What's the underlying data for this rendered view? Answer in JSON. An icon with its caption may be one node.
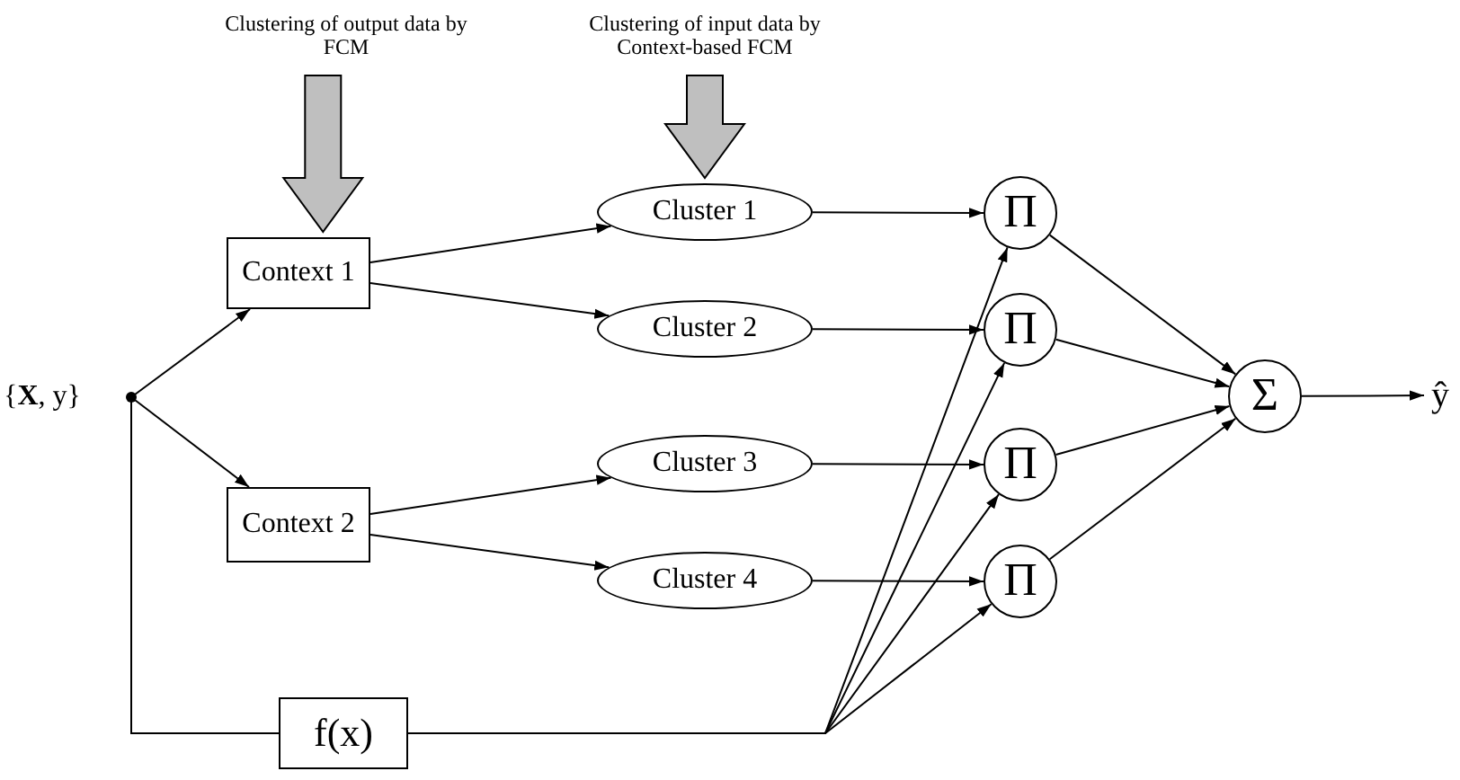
{
  "diagram": {
    "nodes": [
      {
        "text": [
          "Clustering of output data by FCM"
        ]
      },
      {
        "text": [
          "Clustering of input data by Context-based FCM"
        ]
      },
      {
        "text": [
          "{**X**, y}"
        ]
      },
      {
        "text": [
          "Context 1"
        ]
      },
      {
        "text": [
          "Context 2"
        ]
      },
      {
        "text": [
          "Cluster 1"
        ]
      },
      {
        "text": [
          "Cluster 2"
        ]
      },
      {
        "text": [
          "Cluster 3"
        ]
      },
      {
        "text": [
          "Cluster 4"
        ]
      },
      {
        "text": [
          "f(x)"
        ]
      },
      {
        "text": [
          "Π"
        ]
      },
      {
        "text": [
          "Π"
        ]
      },
      {
        "text": [
          "Π"
        ]
      },
      {
        "text": [
          "Π"
        ]
      },
      {
        "text": [
          "Σ"
        ]
      },
      {
        "text": [
          "ŷ"
        ]
      }
    ],
    "edges": [
      {
        "from": 0,
        "to": 3,
        "arrow": "to",
        "style": "thick",
        "color": "#bfbfbf"
      },
      {
        "from": 1,
        "to": 5,
        "arrow": "to",
        "style": "thick",
        "color": "#bfbfbf"
      },
      {
        "from": 2,
        "to": 3,
        "arrow": "to"
      },
      {
        "from": 2,
        "to": 4,
        "arrow": "to"
      },
      {
        "from": 2,
        "to": 9,
        "arrow": "none"
      },
      {
        "from": 3,
        "to": 5,
        "arrow": "to"
      },
      {
        "from": 3,
        "to": 6,
        "arrow": "to"
      },
      {
        "from": 4,
        "to": 7,
        "arrow": "to"
      },
      {
        "from": 4,
        "to": 8,
        "arrow": "to"
      },
      {
        "from": 5,
        "to": 10,
        "arrow": "to"
      },
      {
        "from": 6,
        "to": 11,
        "arrow": "to"
      },
      {
        "from": 7,
        "to": 12,
        "arrow": "to"
      },
      {
        "from": 8,
        "to": 13,
        "arrow": "to"
      },
      {
        "from": 9,
        "to": 10,
        "arrow": "to"
      },
      {
        "from": 9,
        "to": 11,
        "arrow": "to"
      },
      {
        "from": 9,
        "to": 12,
        "arrow": "to"
      },
      {
        "from": 9,
        "to": 13,
        "arrow": "to"
      },
      {
        "from": 10,
        "to": 14,
        "arrow": "to"
      },
      {
        "from": 11,
        "to": 14,
        "arrow": "to"
      },
      {
        "from": 12,
        "to": 14,
        "arrow": "to"
      },
      {
        "from": 13,
        "to": 14,
        "arrow": "to"
      },
      {
        "from": 14,
        "to": 15,
        "arrow": "to"
      }
    ]
  }
}
